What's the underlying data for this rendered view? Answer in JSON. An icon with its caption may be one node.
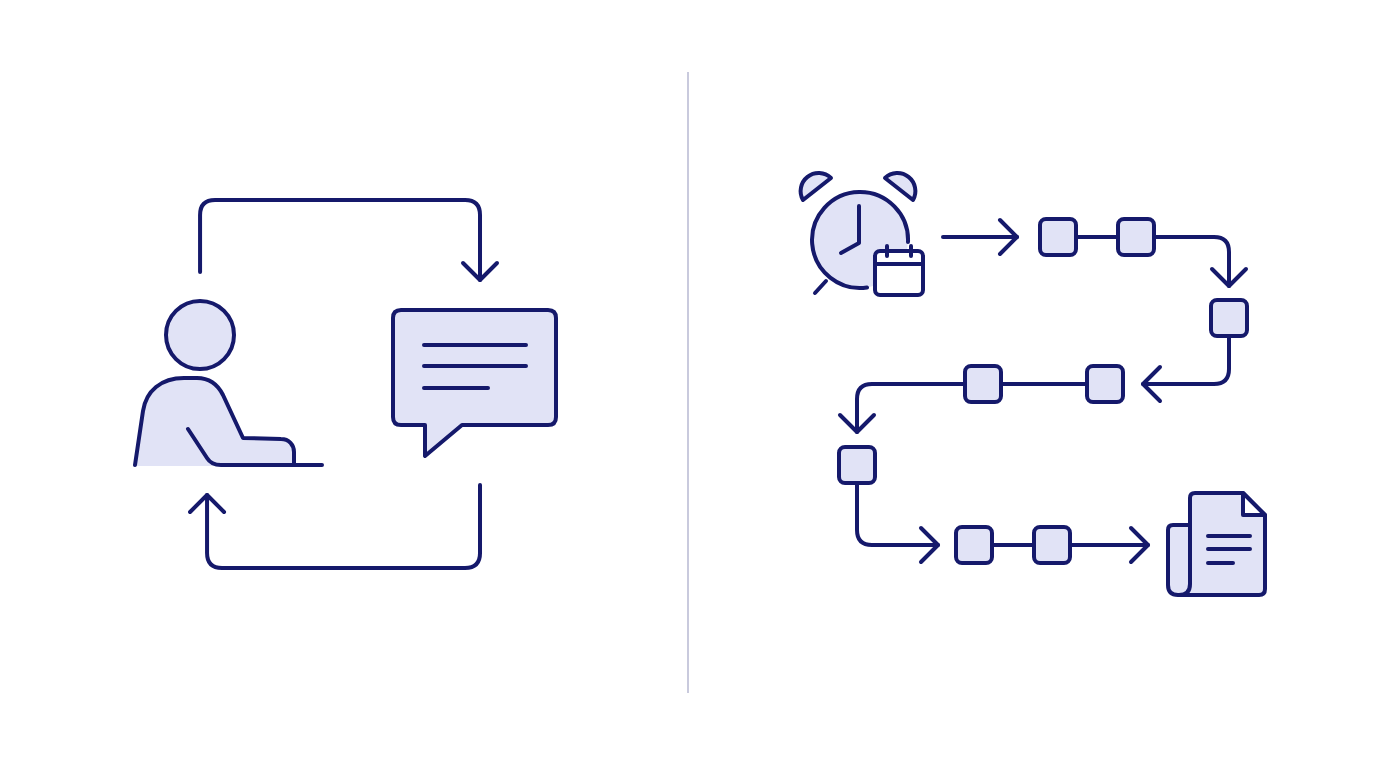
{
  "diagram": {
    "nodes": [
      {
        "text": [],
        "shape": "person"
      },
      {
        "text": [],
        "shape": "picture"
      },
      {
        "text": [],
        "shape": "picture"
      },
      {
        "text": [],
        "shape": "box"
      },
      {
        "text": [],
        "shape": "box"
      },
      {
        "text": [],
        "shape": "box"
      },
      {
        "text": [],
        "shape": "box"
      },
      {
        "text": [],
        "shape": "box"
      },
      {
        "text": [],
        "shape": "box"
      },
      {
        "text": [],
        "shape": "box"
      },
      {
        "text": [],
        "shape": "box"
      },
      {
        "text": [],
        "shape": "picture"
      }
    ],
    "edges": [
      {
        "from": 0,
        "to": 1,
        "arrow": "to"
      },
      {
        "from": 1,
        "to": 0,
        "arrow": "to"
      },
      {
        "from": 2,
        "to": 3,
        "arrow": "to"
      },
      {
        "from": 3,
        "to": 4,
        "arrow": "none"
      },
      {
        "from": 4,
        "to": 5,
        "arrow": "to"
      },
      {
        "from": 5,
        "to": 7,
        "arrow": "to"
      },
      {
        "from": 7,
        "to": 6,
        "arrow": "none"
      },
      {
        "from": 6,
        "to": 8,
        "arrow": "to"
      },
      {
        "from": 8,
        "to": 9,
        "arrow": "to"
      },
      {
        "from": 9,
        "to": 10,
        "arrow": "none"
      },
      {
        "from": 10,
        "to": 11,
        "arrow": "to"
      }
    ]
  }
}
